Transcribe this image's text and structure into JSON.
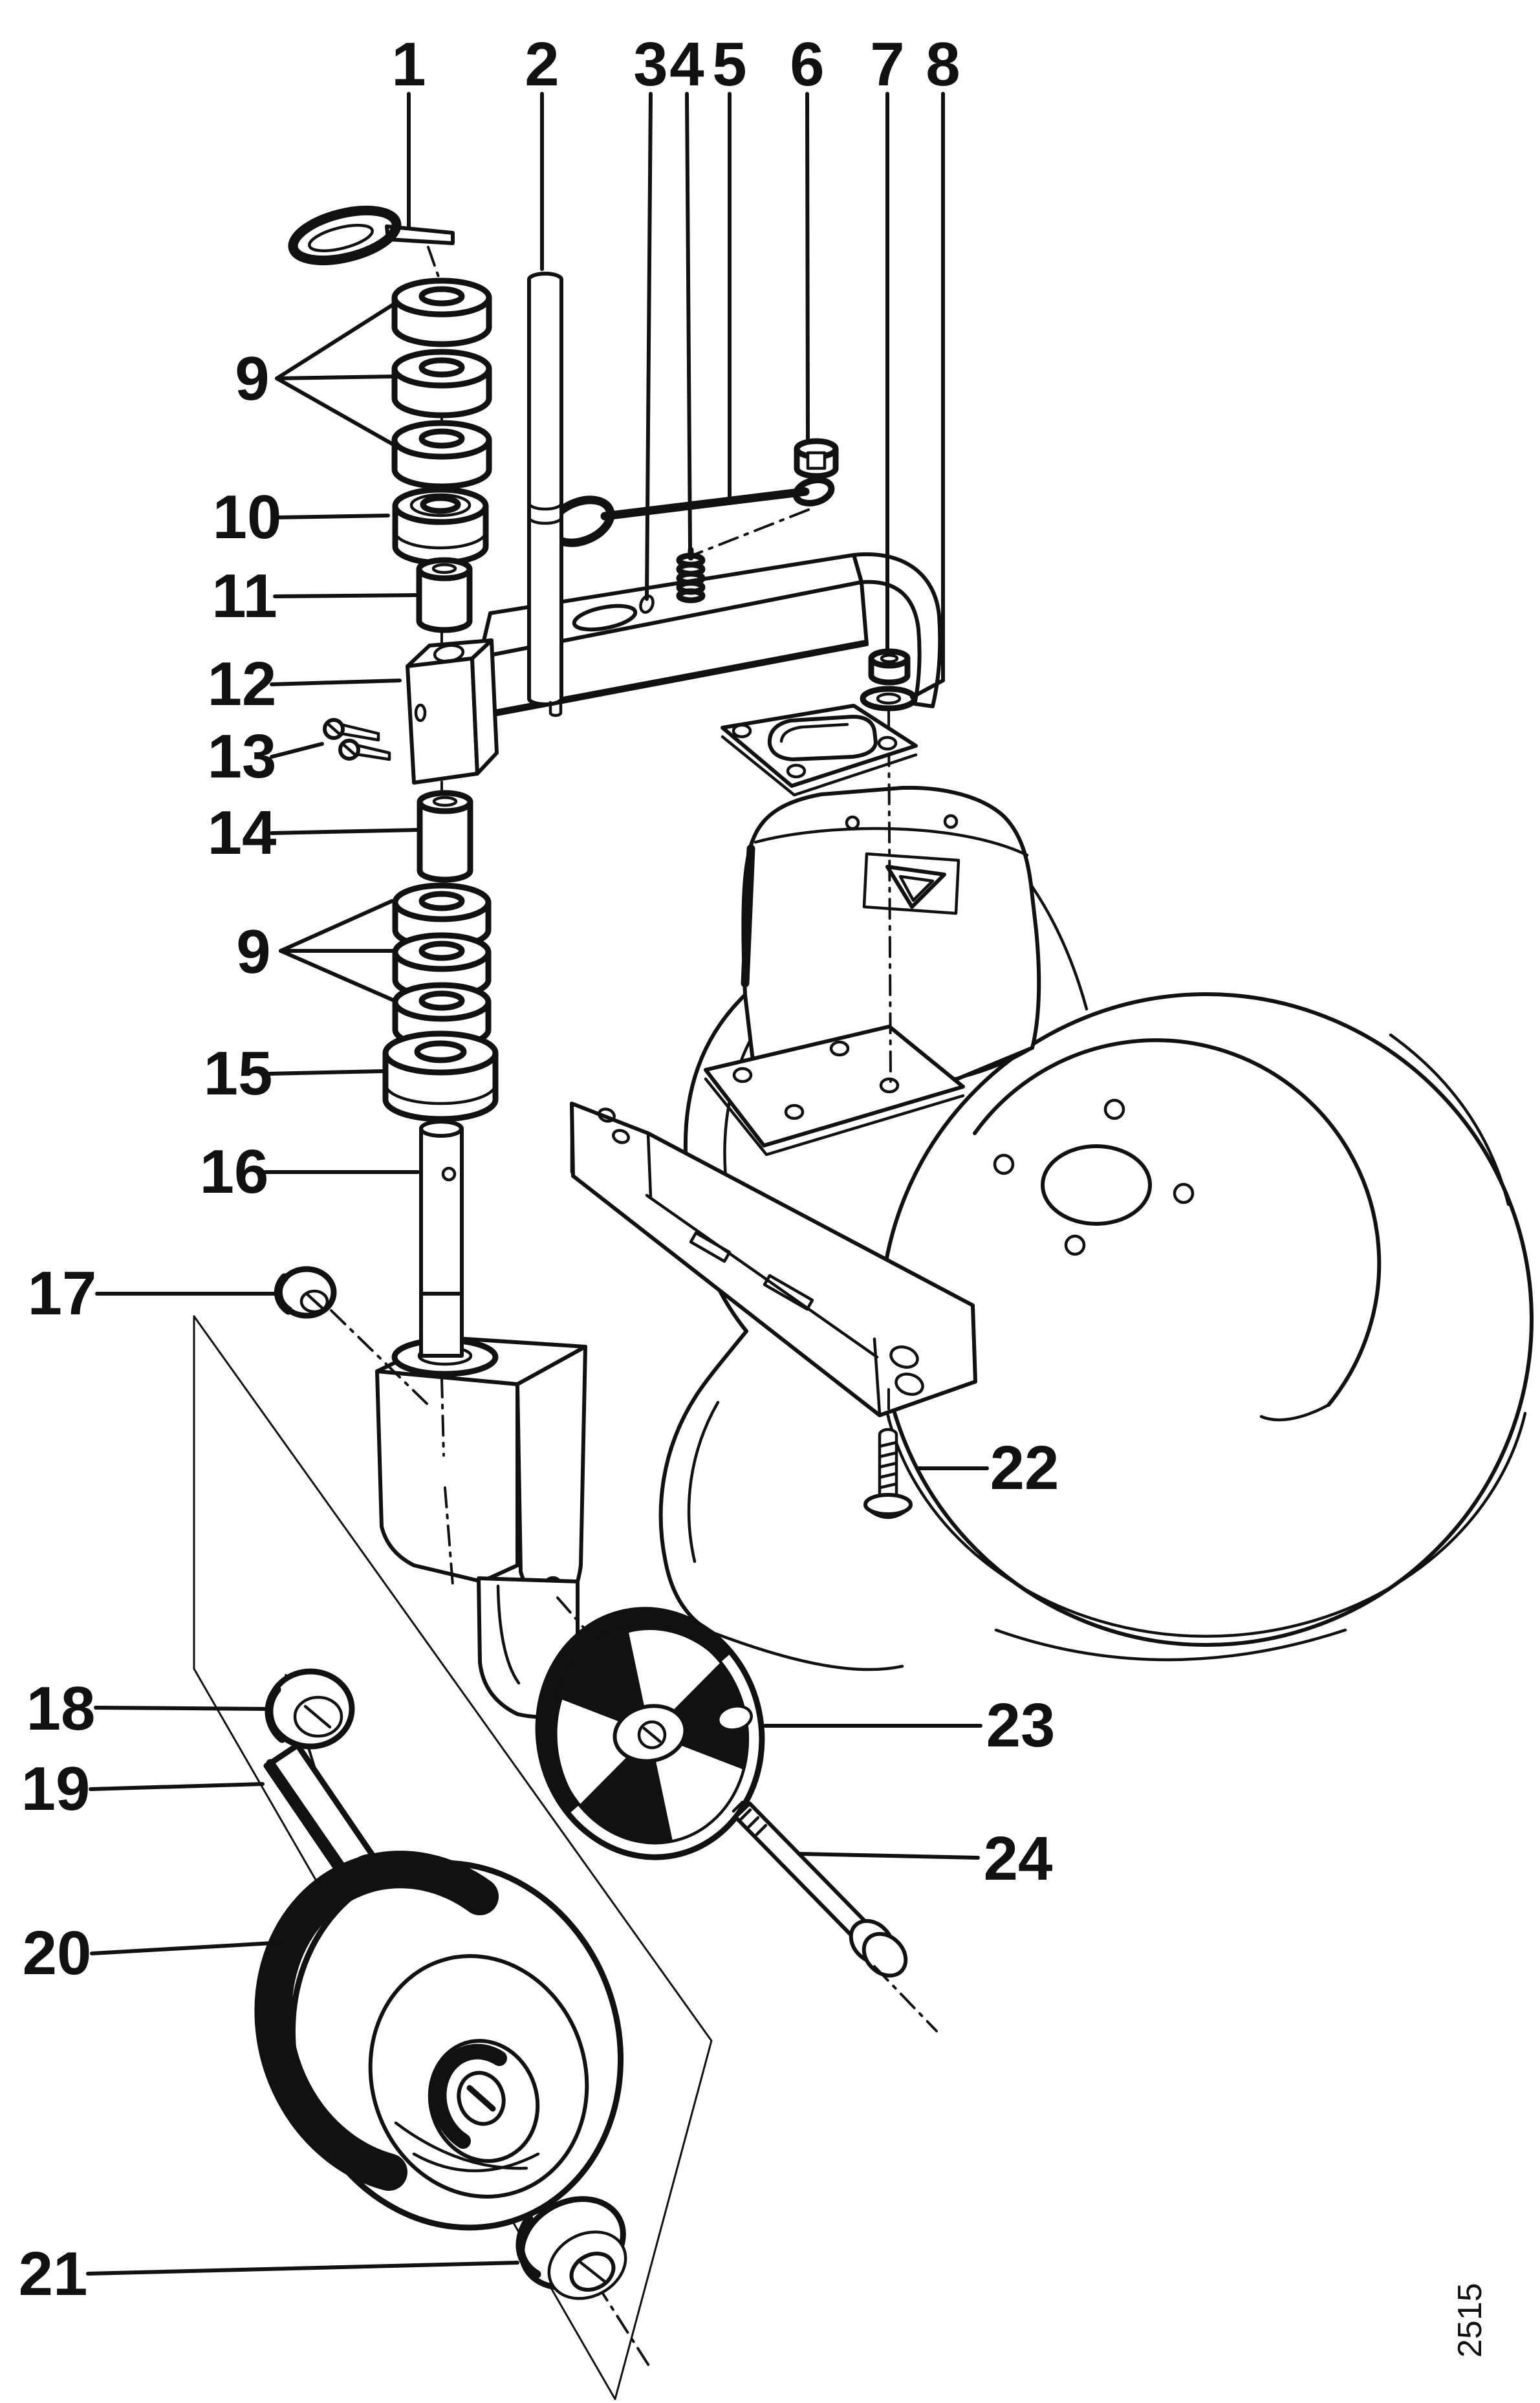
{
  "figure": {
    "kind": "exploded-parts-diagram",
    "subject": "caster-wheel-assembly-on-mower-deck",
    "drawing_number": "2515",
    "ink_color": "#111111",
    "paper_color": "#ffffff"
  },
  "callouts": {
    "n1": "1",
    "n2": "2",
    "n3": "3",
    "n4": "4",
    "n5": "5",
    "n6": "6",
    "n7": "7",
    "n8": "8",
    "n9a": "9",
    "n10": "10",
    "n11": "11",
    "n12": "12",
    "n13": "13",
    "n14": "14",
    "n9b": "9",
    "n15": "15",
    "n16": "16",
    "n17": "17",
    "n18": "18",
    "n19": "19",
    "n20": "20",
    "n21": "21",
    "n22": "22",
    "n23": "23",
    "n24": "24"
  },
  "icons": {
    "warning_triangle": "triangle-decal-on-deck-chute"
  }
}
